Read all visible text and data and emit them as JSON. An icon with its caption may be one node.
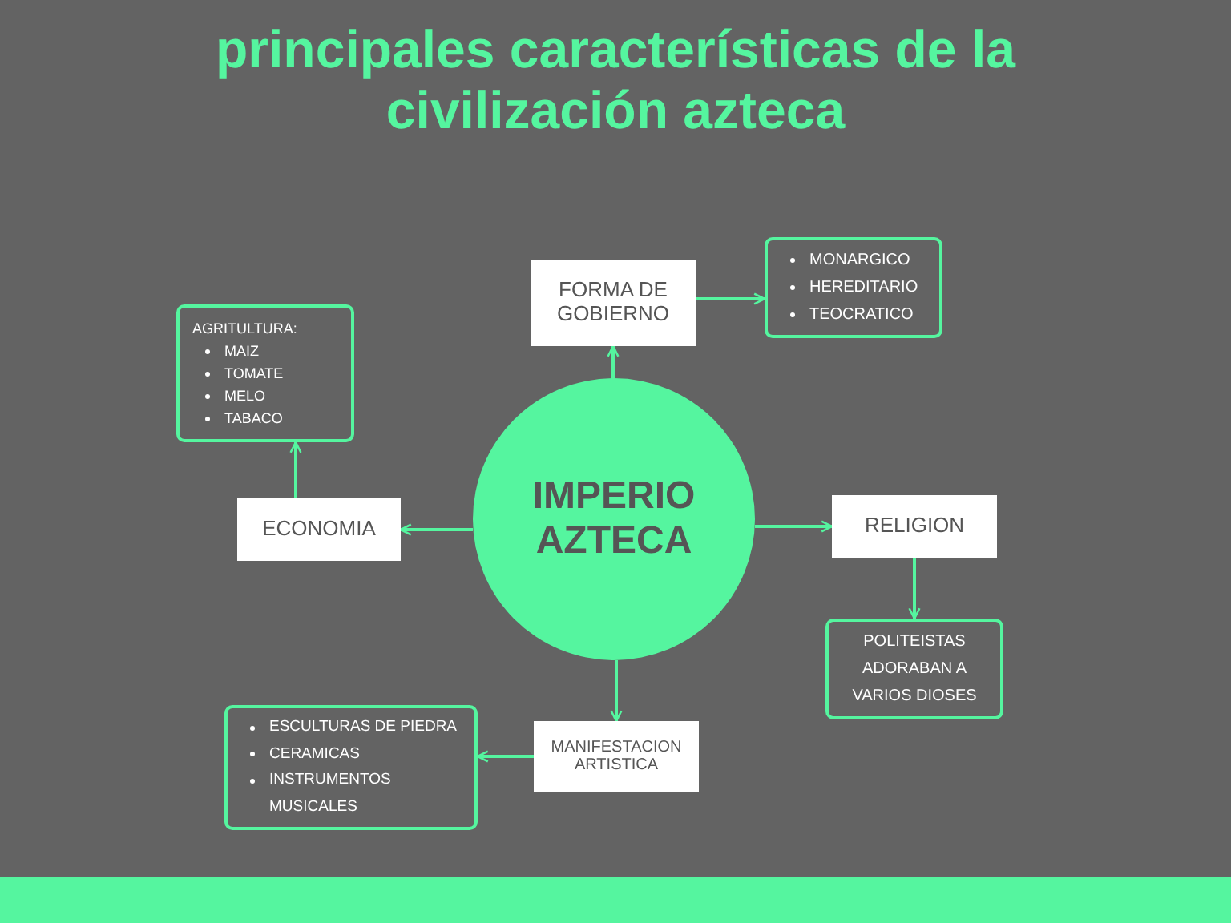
{
  "diagram": {
    "title": "principales características de la civilización azteca",
    "nodes": [
      {
        "text": [
          "IMPERIO AZTECA"
        ]
      },
      {
        "text": [
          "FORMA DE GOBIERNO"
        ]
      },
      {
        "text": [
          "MONARGICO",
          "HEREDITARIO",
          "TEOCRATICO"
        ]
      },
      {
        "text": [
          "AGRITULTURA:",
          "MAIZ",
          "TOMATE",
          "MELO",
          "TABACO"
        ]
      },
      {
        "text": [
          "ECONOMIA"
        ]
      },
      {
        "text": [
          "RELIGION"
        ]
      },
      {
        "text": [
          "POLITEISTAS ADORABAN A VARIOS DIOSES"
        ]
      },
      {
        "text": [
          "MANIFESTACION ARTISTICA"
        ]
      },
      {
        "text": [
          "ESCULTURAS DE PIEDRA",
          "CERAMICAS",
          "INSTRUMENTOS MUSICALES"
        ]
      }
    ],
    "edges": [
      {
        "from": 0,
        "to": 1,
        "arrow": "to"
      },
      {
        "from": 1,
        "to": 2,
        "arrow": "to"
      },
      {
        "from": 0,
        "to": 4,
        "arrow": "to"
      },
      {
        "from": 4,
        "to": 3,
        "arrow": "to"
      },
      {
        "from": 0,
        "to": 5,
        "arrow": "to"
      },
      {
        "from": 5,
        "to": 6,
        "arrow": "to"
      },
      {
        "from": 0,
        "to": 7,
        "arrow": "to"
      },
      {
        "from": 7,
        "to": 8,
        "arrow": "to"
      }
    ]
  }
}
